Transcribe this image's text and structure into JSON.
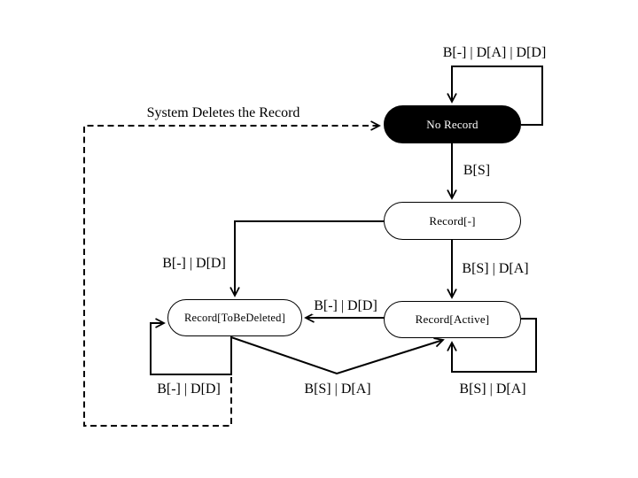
{
  "diagram": {
    "type": "state-machine",
    "colors": {
      "background": "#ffffff",
      "stroke": "#000000",
      "initial_state_fill": "#000000",
      "initial_state_text": "#ffffff",
      "state_fill": "#ffffff",
      "state_text": "#000000"
    },
    "states": {
      "no_record": {
        "label": "No Record",
        "style": "filled-black"
      },
      "record_blank": {
        "label": "Record[-]",
        "style": "outline"
      },
      "record_active": {
        "label": "Record[Active]",
        "style": "outline"
      },
      "record_tobedeleted": {
        "label": "Record[ToBeDeleted]",
        "style": "outline"
      }
    },
    "transitions": {
      "no_record_self_loop": {
        "label": "B[-] | D[A] | D[D]",
        "from": "no_record",
        "to": "no_record",
        "line": "solid"
      },
      "no_record_to_blank": {
        "label": "B[S]",
        "from": "no_record",
        "to": "record_blank",
        "line": "solid"
      },
      "blank_to_active": {
        "label": "B[S] | D[A]",
        "from": "record_blank",
        "to": "record_active",
        "line": "solid"
      },
      "blank_to_tobedeleted": {
        "label": "B[-] | D[D]",
        "from": "record_blank",
        "to": "record_tobedeleted",
        "line": "solid"
      },
      "active_to_tobedeleted": {
        "label": "B[-] | D[D]",
        "from": "record_active",
        "to": "record_tobedeleted",
        "line": "solid"
      },
      "tobedeleted_self_loop": {
        "label": "B[-] | D[D]",
        "from": "record_tobedeleted",
        "to": "record_tobedeleted",
        "line": "solid"
      },
      "tobedeleted_to_active": {
        "label": "B[S] | D[A]",
        "from": "record_tobedeleted",
        "to": "record_active",
        "line": "solid"
      },
      "active_self_loop": {
        "label": "B[S] | D[A]",
        "from": "record_active",
        "to": "record_active",
        "line": "solid"
      },
      "system_deletes": {
        "label": "System Deletes the Record",
        "from": "record_tobedeleted",
        "to": "no_record",
        "line": "dashed"
      }
    }
  }
}
